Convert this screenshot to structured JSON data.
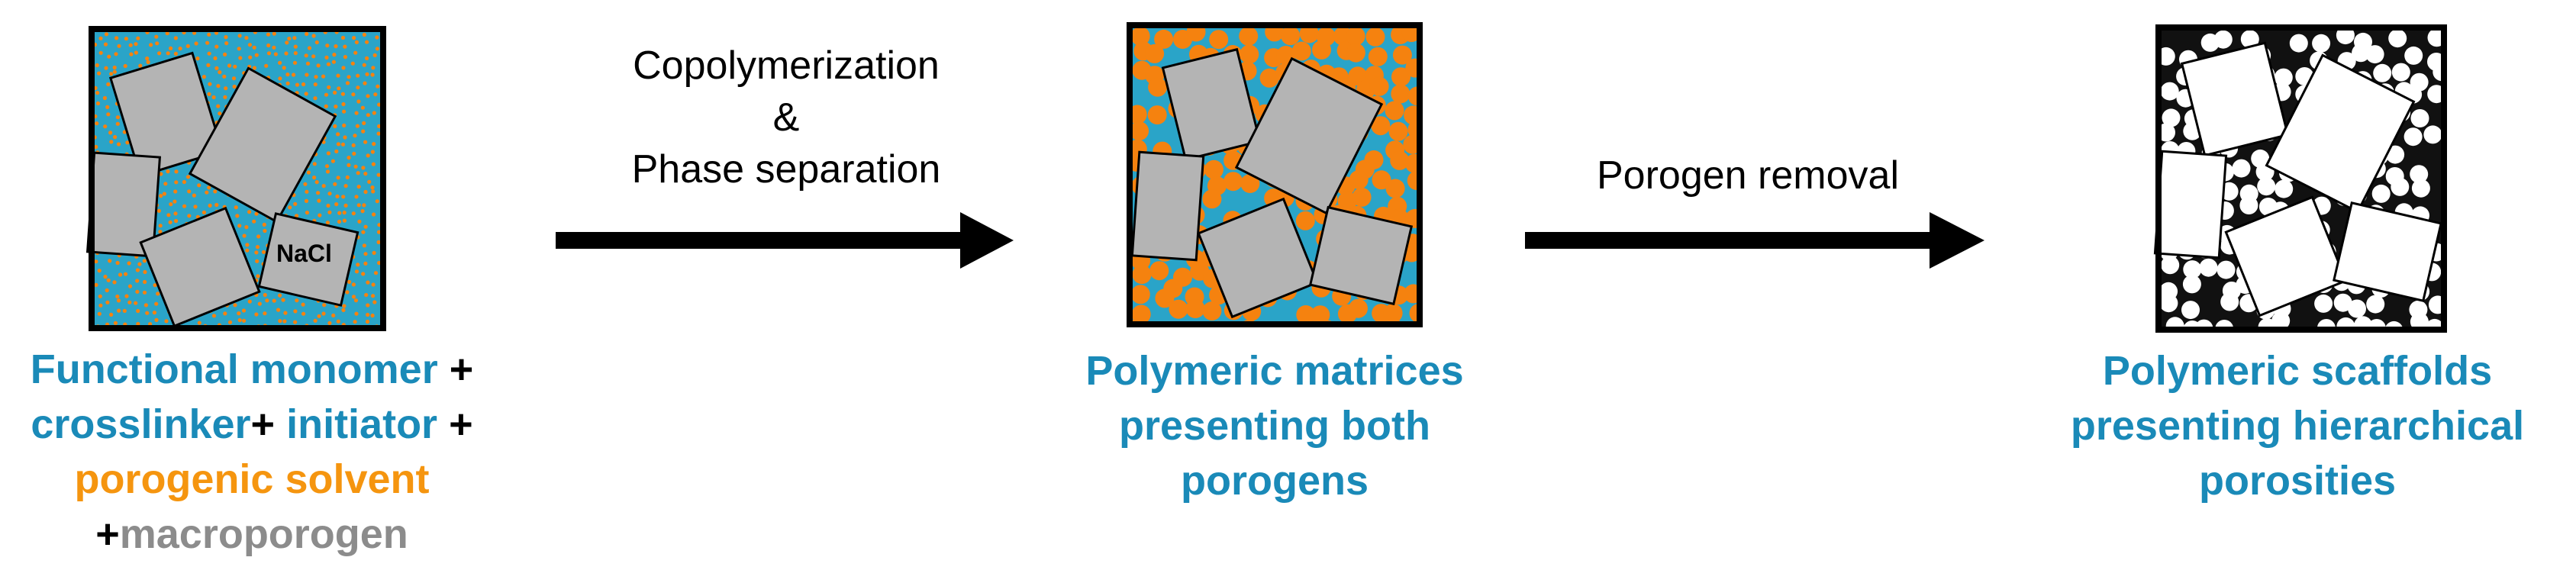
{
  "colors": {
    "water": "#2aa4c8",
    "orange": "#f5820f",
    "crystal_fill": "#b4b4b4",
    "pore": "#ffffff",
    "caption_blue": "#1a8ab8",
    "caption_orange": "#f5950f",
    "caption_gray": "#8c8c8c"
  },
  "panel1": {
    "crystal_label": "NaCl",
    "caption": {
      "line1_a": "Functional monomer",
      "line1_b": " +",
      "line2_a": "crosslinker",
      "line2_b": "+ ",
      "line2_c": "initiator",
      "line2_d": " +",
      "line3": "porogenic solvent",
      "line4_a": "+",
      "line4_b": "macroporogen"
    }
  },
  "arrow1": {
    "line1": "Copolymerization",
    "line2": "&",
    "line3": "Phase separation"
  },
  "panel2": {
    "caption": {
      "line1": "Polymeric matrices",
      "line2": "presenting both",
      "line3": "porogens"
    }
  },
  "arrow2": {
    "line1": "Porogen removal"
  },
  "panel3": {
    "caption": {
      "line1": "Polymeric scaffolds",
      "line2": "presenting hierarchical",
      "line3": "porosities"
    }
  }
}
